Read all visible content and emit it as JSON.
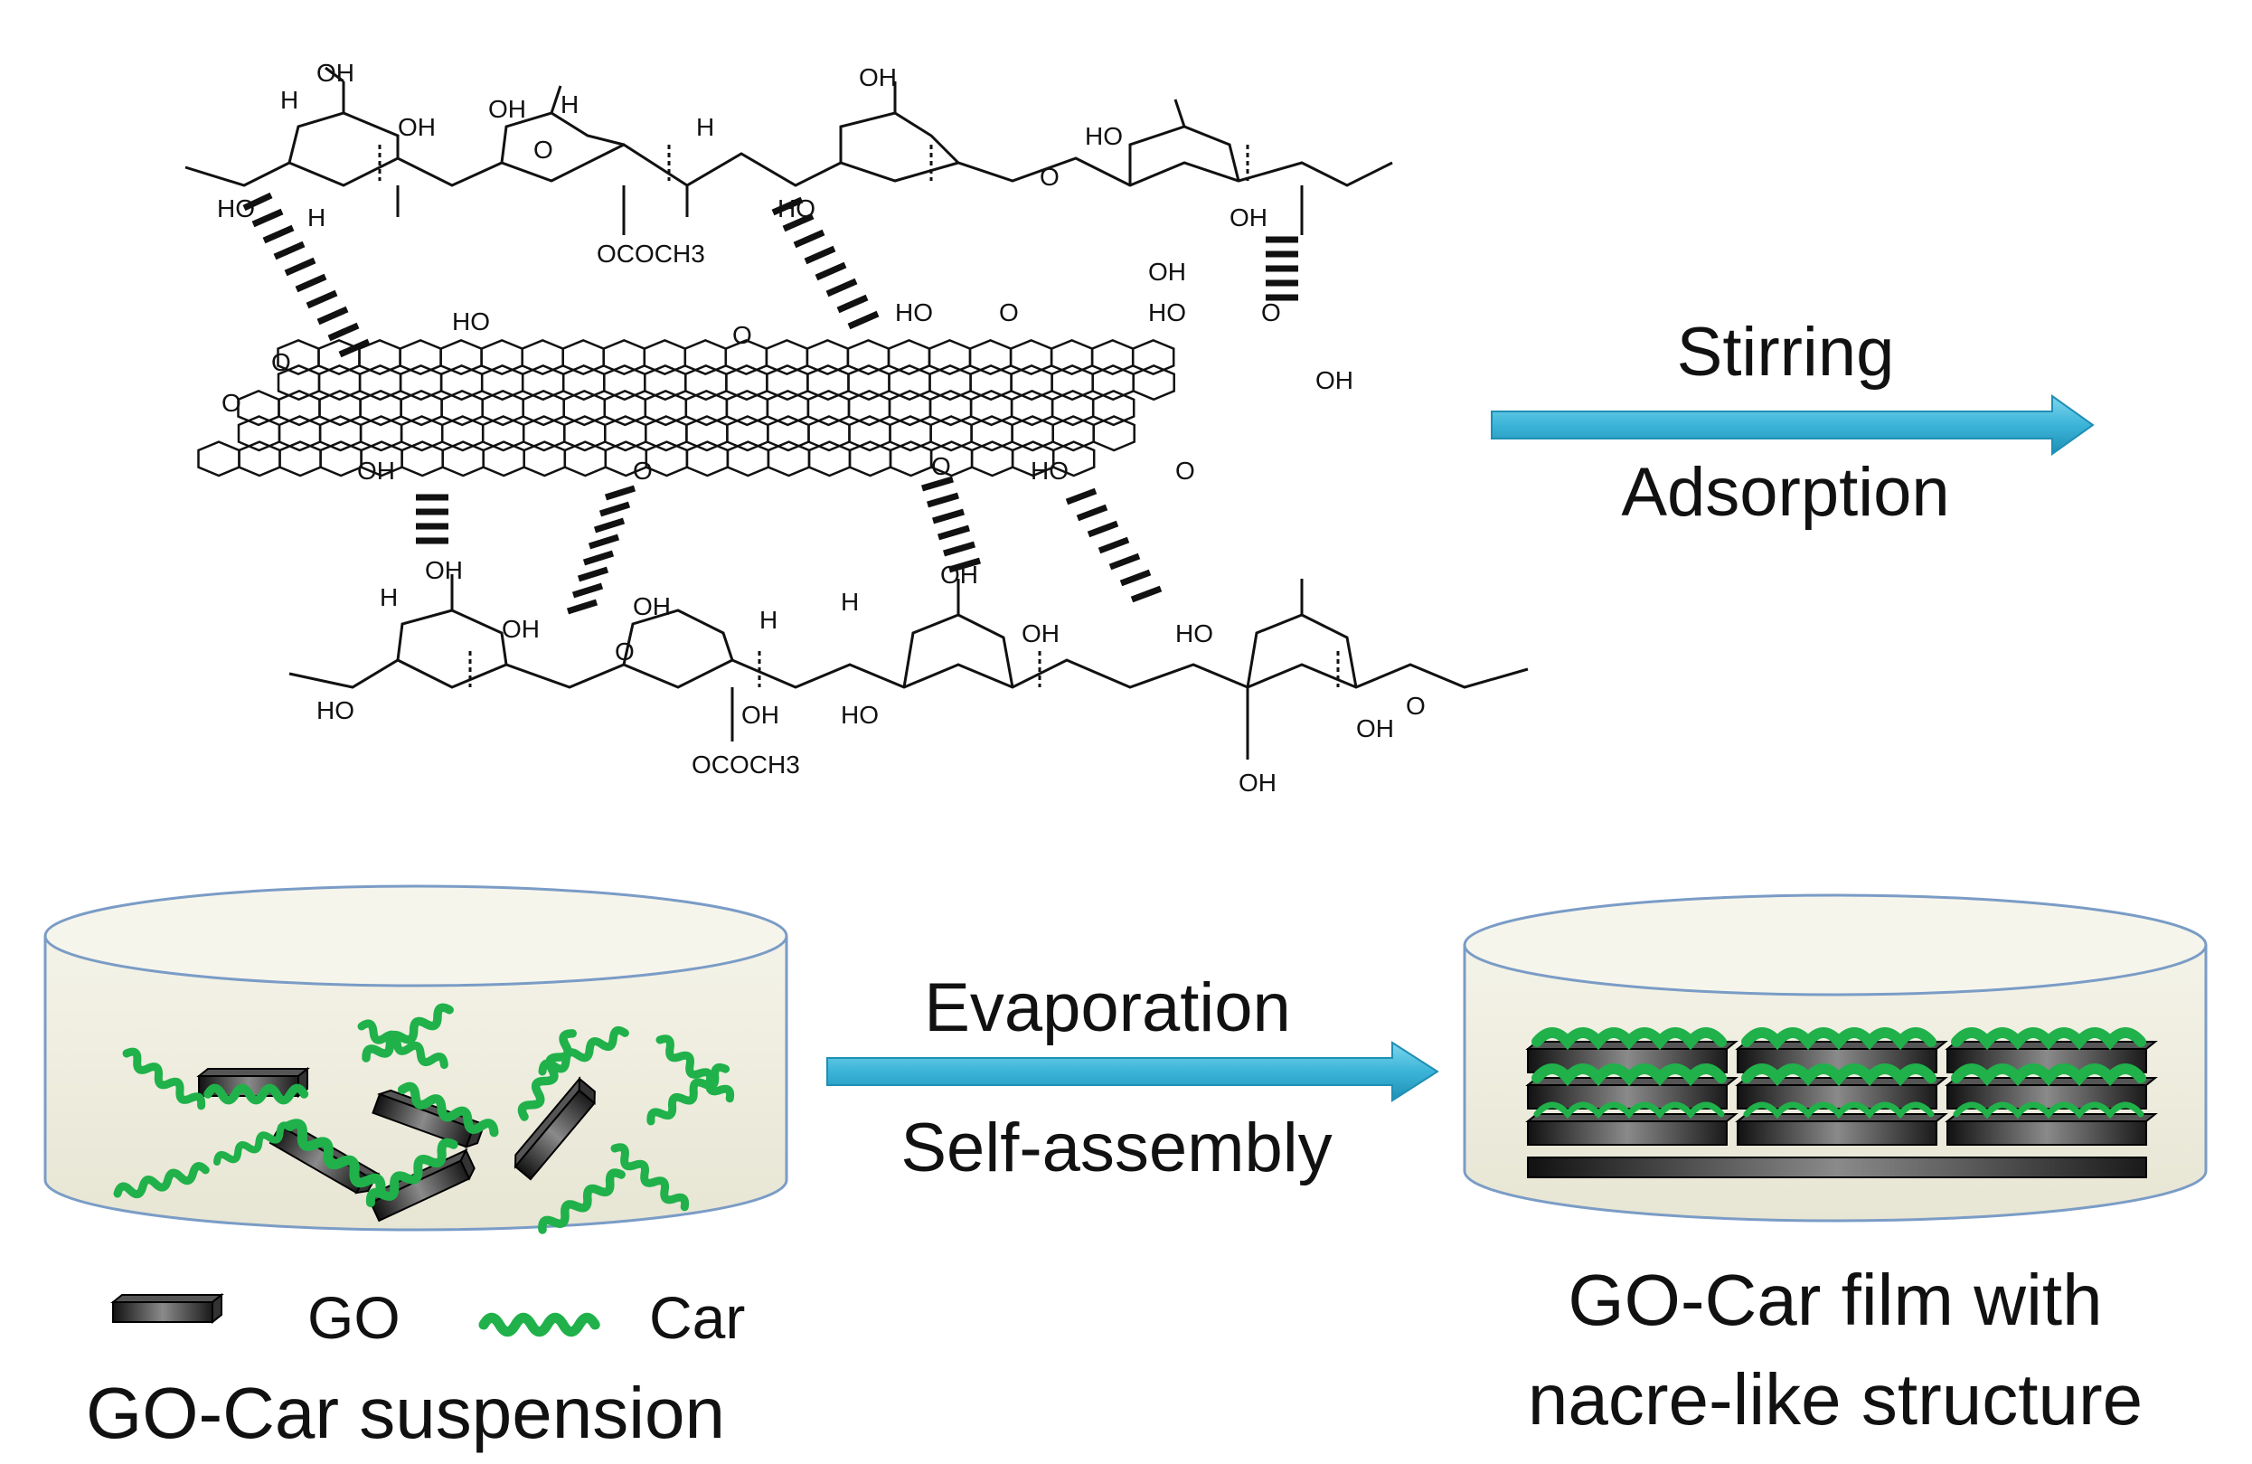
{
  "top_molecule": {
    "groups": [
      "OH",
      "H",
      "OH",
      "OH",
      "H",
      "OH",
      "H",
      "O",
      "O",
      "OCOCH3"
    ]
  },
  "bottom_molecule": {
    "groups": [
      "OH",
      "H",
      "OH",
      "OH",
      "H",
      "OH",
      "H",
      "O",
      "O",
      "OCOCH3"
    ]
  },
  "graphene_oxide": {
    "groups": [
      "HO",
      "OH",
      "O",
      "HO",
      "OH",
      "O"
    ]
  },
  "arrow_top": {
    "above": "Stirring",
    "below": "Adsorption"
  },
  "arrow_bottom": {
    "above": "Evaporation",
    "below": "Self-assembly"
  },
  "legend": {
    "go": "GO",
    "car": "Car"
  },
  "caption_left": "GO-Car suspension",
  "caption_right": {
    "line1": "GO-Car film with",
    "line2": "nacre-like structure"
  },
  "colors": {
    "arrow": "#3bb4d8",
    "arrow_dark": "#1f8fb4",
    "car_green": "#20b14a",
    "go_dark": "#2b2b2b",
    "dish_fill": "#efeee0",
    "dish_stroke": "#7a9cc6"
  }
}
